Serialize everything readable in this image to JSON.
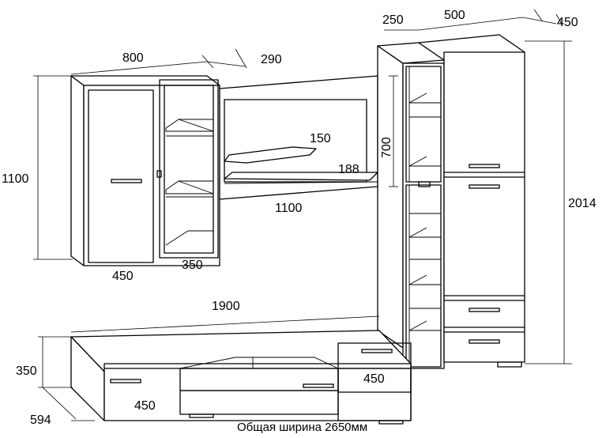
{
  "dimensions": {
    "d800": "800",
    "d290": "290",
    "d250": "250",
    "d500": "500",
    "d450_top": "450",
    "d1100_left": "1100",
    "d150": "150",
    "d188": "188",
    "d1100_shelf": "1100",
    "d700": "700",
    "d2014": "2014",
    "d450_wall": "450",
    "d350_wall": "350",
    "d1900": "1900",
    "d350_tv": "350",
    "d594": "594",
    "d450_tv_left": "450",
    "d450_tv_right": "450"
  },
  "caption": "Общая ширина 2650мм"
}
